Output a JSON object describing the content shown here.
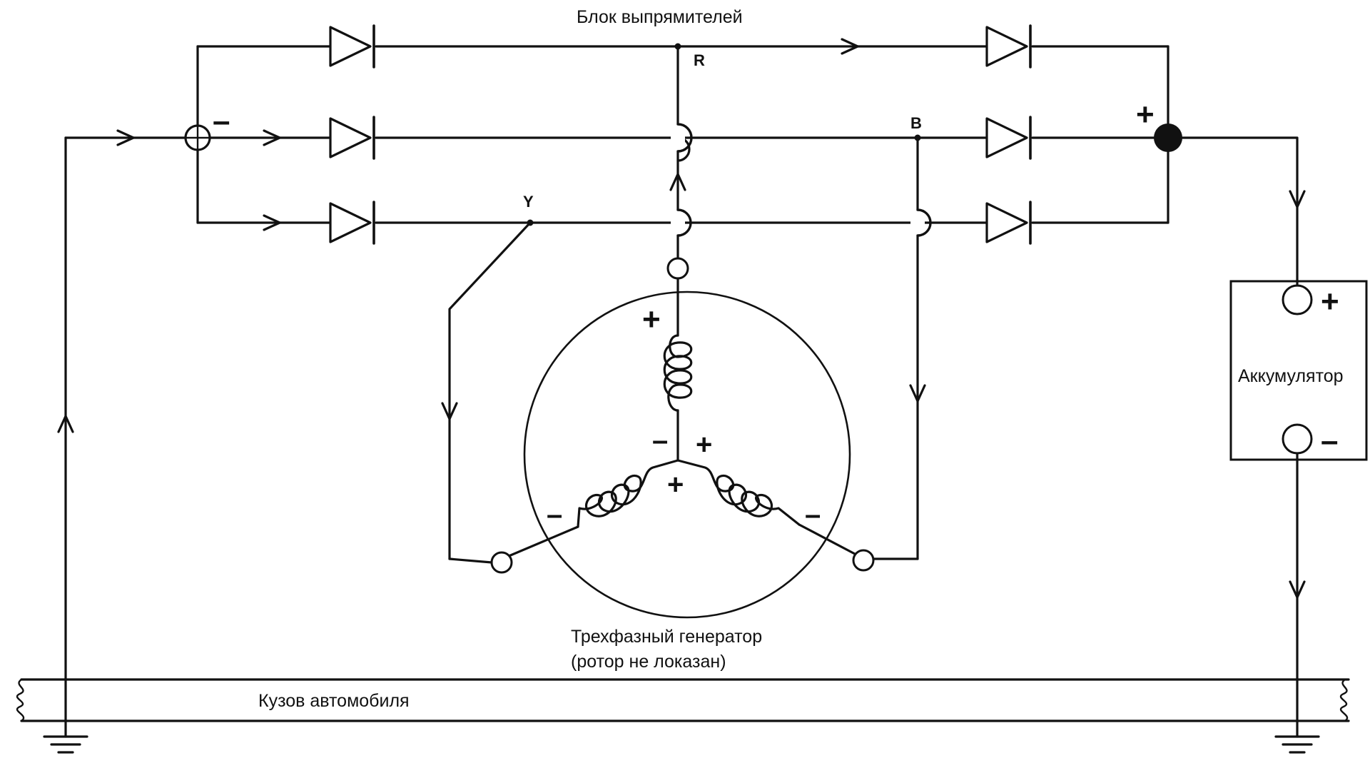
{
  "labels": {
    "rectifier_block": "Блок выпрямителей",
    "generator_line1": "Трехфазный генератор",
    "generator_line2": "(ротор не локазан)",
    "battery": "Аккумулятор",
    "car_body": "Кузов автомобиля"
  },
  "nodes": {
    "r": "R",
    "b": "B",
    "y": "Y"
  },
  "signs": {
    "plus": "+",
    "minus": "–"
  }
}
